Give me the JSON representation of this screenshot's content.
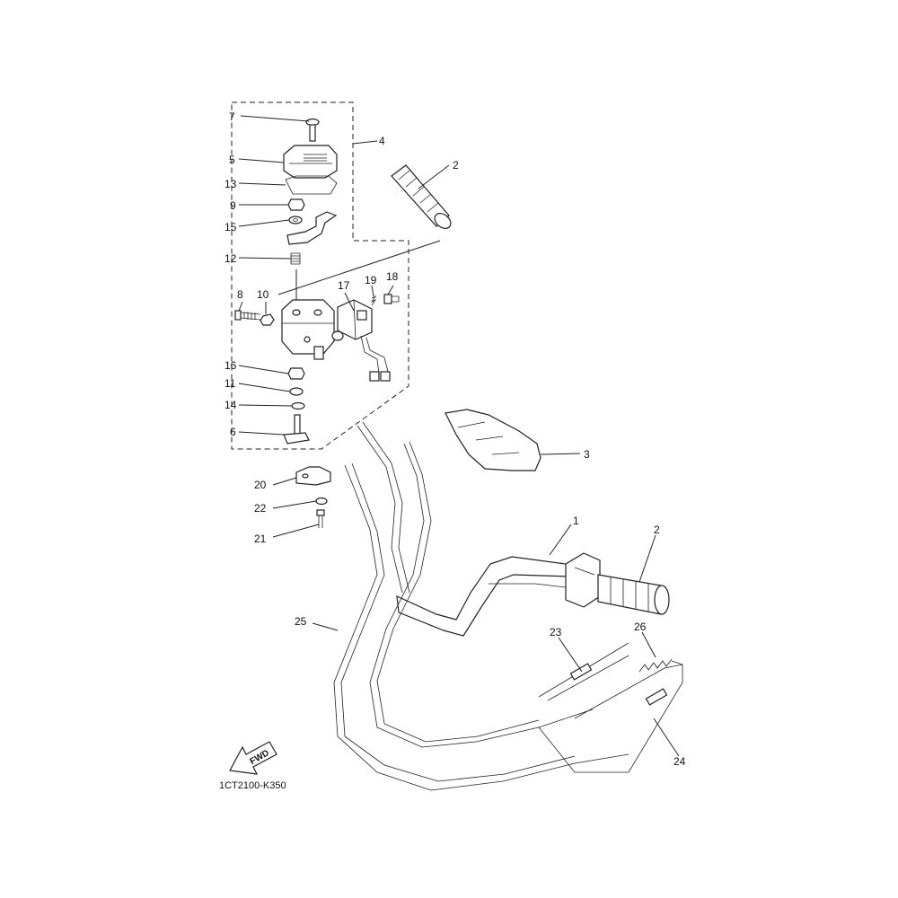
{
  "diagram": {
    "code": "1CT2100-K350",
    "direction_label": "FWD",
    "callouts": {
      "p1": "1",
      "p2a": "2",
      "p2b": "2",
      "p3": "3",
      "p4": "4",
      "p5": "5",
      "p6": "6",
      "p7": "7",
      "p8": "8",
      "p9": "9",
      "p10": "10",
      "p11": "11",
      "p12": "12",
      "p13": "13",
      "p14": "14",
      "p15": "15",
      "p16": "16",
      "p17": "17",
      "p18": "18",
      "p19": "19",
      "p20": "20",
      "p21": "21",
      "p22": "22",
      "p23": "23",
      "p24": "24",
      "p25": "25",
      "p26": "26"
    }
  }
}
